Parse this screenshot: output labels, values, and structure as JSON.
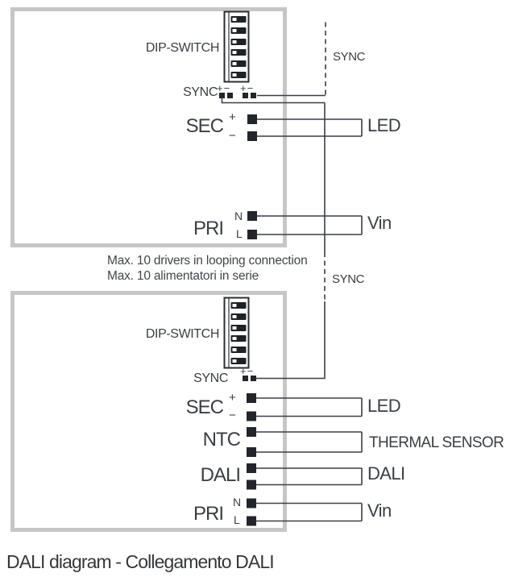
{
  "colors": {
    "wire": "#3a3f46",
    "terminal": "#22252a",
    "box_border": "#c6c6c6",
    "text": "#3b3e44",
    "dip_switch_body": "#1e2126"
  },
  "driver1": {
    "dip_switch": "DIP-SWITCH",
    "sync": "SYNC",
    "sec": "SEC",
    "pri": "PRI",
    "plus": "+",
    "minus": "−",
    "n": "N",
    "l": "L",
    "led": "LED",
    "vin": "Vin"
  },
  "driver2": {
    "dip_switch": "DIP-SWITCH",
    "sync": "SYNC",
    "sec": "SEC",
    "ntc": "NTC",
    "dali": "DALI",
    "pri": "PRI",
    "plus": "+",
    "minus": "−",
    "n": "N",
    "l": "L",
    "led": "LED",
    "thermal_sensor": "THERMAL SENSOR",
    "dali_bus": "DALI",
    "vin": "Vin"
  },
  "sync_bus": {
    "top_label": "SYNC",
    "mid_label": "SYNC"
  },
  "note": {
    "line1": "Max. 10 drivers in looping connection",
    "line2": "Max. 10 alimentatori in serie"
  },
  "caption": "DALI diagram - Collegamento DALI"
}
